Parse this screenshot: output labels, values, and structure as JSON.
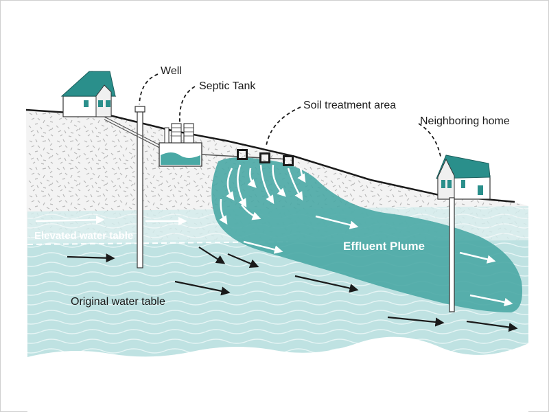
{
  "labels": {
    "well": "Well",
    "septic_tank": "Septic Tank",
    "soil_treatment_area": "Soil treatment area",
    "neighboring_home": "Neighboring home",
    "elevated_water_table": "Elevated water table",
    "effluent_plume": "Effluent Plume",
    "original_water_table": "Original water table"
  },
  "colors": {
    "house_roof": "#2a8f8b",
    "plume": "#4aa9a5",
    "water": "#bfe2e2",
    "soil": "#f0f0f0",
    "flow_arrow": "#1a1a1a"
  }
}
